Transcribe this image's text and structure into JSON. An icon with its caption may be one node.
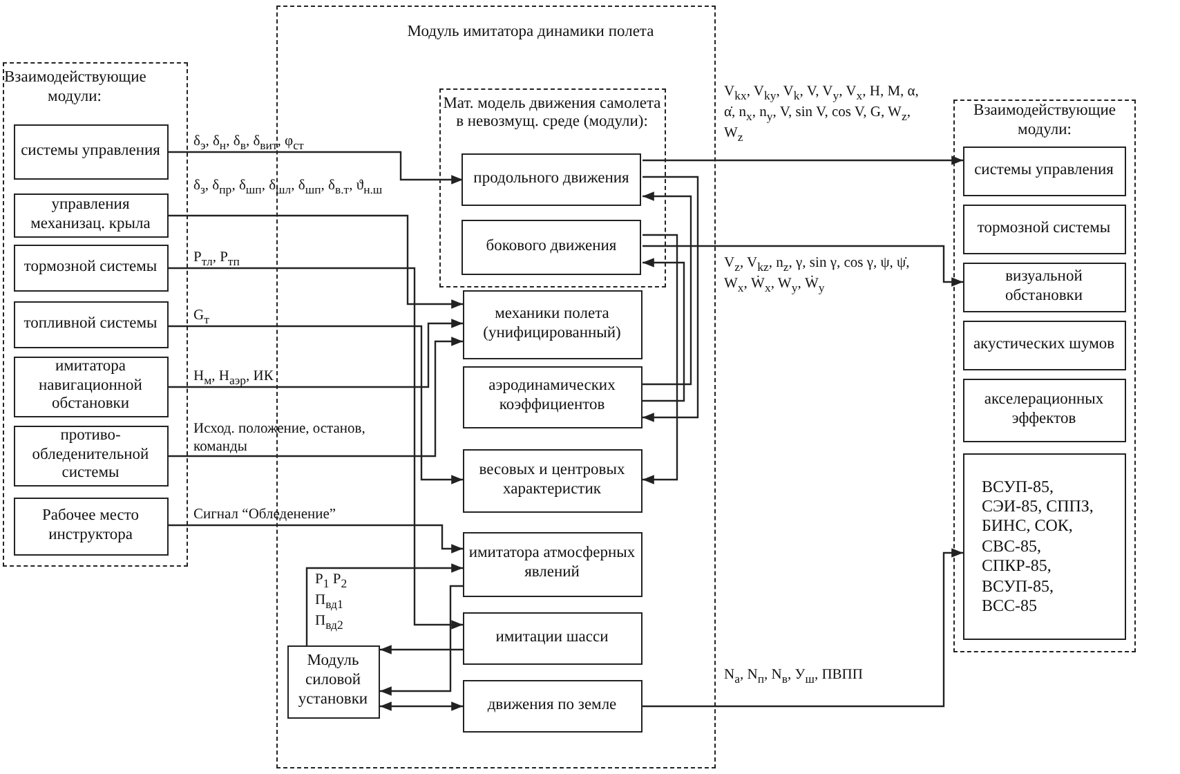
{
  "diagram": {
    "nodes": [
      {
        "text": [
          "Взаимодействующие модули:"
        ]
      },
      {
        "text": [
          "системы управления"
        ],
        "in": 0
      },
      {
        "text": [
          "управления механизац. крыла"
        ],
        "in": 0
      },
      {
        "text": [
          "тормозной системы"
        ],
        "in": 0
      },
      {
        "text": [
          "топливной системы"
        ],
        "in": 0
      },
      {
        "text": [
          "имитатора навигационной обстановки"
        ],
        "in": 0
      },
      {
        "text": [
          "противо-обледенительной системы"
        ],
        "in": 0
      },
      {
        "text": [
          "Рабочее место инструктора"
        ],
        "in": 0
      },
      {
        "text": [
          "Модуль имитатора динамики полета"
        ]
      },
      {
        "text": [
          "Мат. модель движения самолета в невозмущ. среде (модули):"
        ],
        "in": 8
      },
      {
        "text": [
          "продольного движения"
        ],
        "in": 9
      },
      {
        "text": [
          "бокового движения"
        ],
        "in": 9
      },
      {
        "text": [
          "механики полета (унифицированный)"
        ],
        "in": 8
      },
      {
        "text": [
          "аэродинамических коэффициентов"
        ],
        "in": 8
      },
      {
        "text": [
          "весовых и центровых характеристик"
        ],
        "in": 8
      },
      {
        "text": [
          "имитатора атмосферных явлений"
        ],
        "in": 8
      },
      {
        "text": [
          "имитации шасси"
        ],
        "in": 8
      },
      {
        "text": [
          "движения по земле"
        ],
        "in": 8
      },
      {
        "text": [
          "Модуль силовой установки"
        ],
        "in": 8
      },
      {
        "text": [
          "Взаимодействующие модули:"
        ]
      },
      {
        "text": [
          "системы управления"
        ],
        "in": 19
      },
      {
        "text": [
          "тормозной системы"
        ],
        "in": 19
      },
      {
        "text": [
          "визуальной обстановки"
        ],
        "in": 19
      },
      {
        "text": [
          "акустических шумов"
        ],
        "in": 19
      },
      {
        "text": [
          "акселерационных эффектов"
        ],
        "in": 19
      },
      {
        "text": [
          "ВСУП-85, СЭИ-85, СППЗ, БИНС, СОК, СВС-85, СПКР-85, ВСУП-85, ВСС-85"
        ],
        "in": 19
      }
    ],
    "edges": [
      {
        "from": 1,
        "to": 10,
        "arrow": "to",
        "label": "δ$_{э}$, δ$_{н}$, δ$_{в}$, δ$_{вит}$, φ$_{ст}$"
      },
      {
        "from": 2,
        "to": 12,
        "arrow": "to",
        "label": "δ$_{з}$, δ$_{пр}$, δ$_{шп}$, δ$_{шл}$, δ$_{шп}$, δ$_{в.т}$, ϑ$_{н.ш}$"
      },
      {
        "from": 3,
        "to": 16,
        "arrow": "to",
        "label": "P$_{тл}$, P$_{тп}$"
      },
      {
        "from": 4,
        "to": 14,
        "arrow": "to",
        "label": "G$_{т}$"
      },
      {
        "from": 5,
        "to": 12,
        "arrow": "to",
        "label": "H$_{м}$, H$_{аэр}$, ИК"
      },
      {
        "from": 6,
        "to": 12,
        "arrow": "to",
        "label": "Исход. положение, останов, команды"
      },
      {
        "from": 7,
        "to": 15,
        "arrow": "to",
        "label": "Сигнал “Обледенение”"
      },
      {
        "from": 18,
        "to": 15,
        "arrow": "to",
        "label": "P$_{1}$ P$_{2}$ П$_{вд1}$ П$_{вд2}$"
      },
      {
        "from": 16,
        "to": 18,
        "arrow": "to"
      },
      {
        "from": 15,
        "to": 18,
        "arrow": "to"
      },
      {
        "from": 18,
        "to": 17,
        "arrow": "both"
      },
      {
        "from": 13,
        "to": 10,
        "arrow": "to"
      },
      {
        "from": 13,
        "to": 11,
        "arrow": "to"
      },
      {
        "from": 10,
        "to": 13,
        "arrow": "to"
      },
      {
        "from": 11,
        "to": 14,
        "arrow": "to"
      },
      {
        "from": 10,
        "to": 20,
        "arrow": "to",
        "label": "V$_{kx}$, V$_{ky}$, V$_{k}$, V, V$_{y}$, V$_{x}$, H, M, α, α̇, n$_{x}$, n$_{y}$, V, sin V, cos V, G, W$_{z}$, W$_{z}$"
      },
      {
        "from": 11,
        "to": 22,
        "arrow": "to",
        "label": "V$_{z}$, V$_{kz}$, n$_{z}$, γ, sin γ, cos γ, ψ, ψ̇, W$_{x}$, Ẇ$_{x}$, W$_{y}$, Ẇ$_{y}$"
      },
      {
        "from": 17,
        "to": 25,
        "arrow": "to",
        "label": "N$_{а}$, N$_{п}$, N$_{в}$, У$_{ш}$, ПВПП"
      }
    ]
  }
}
